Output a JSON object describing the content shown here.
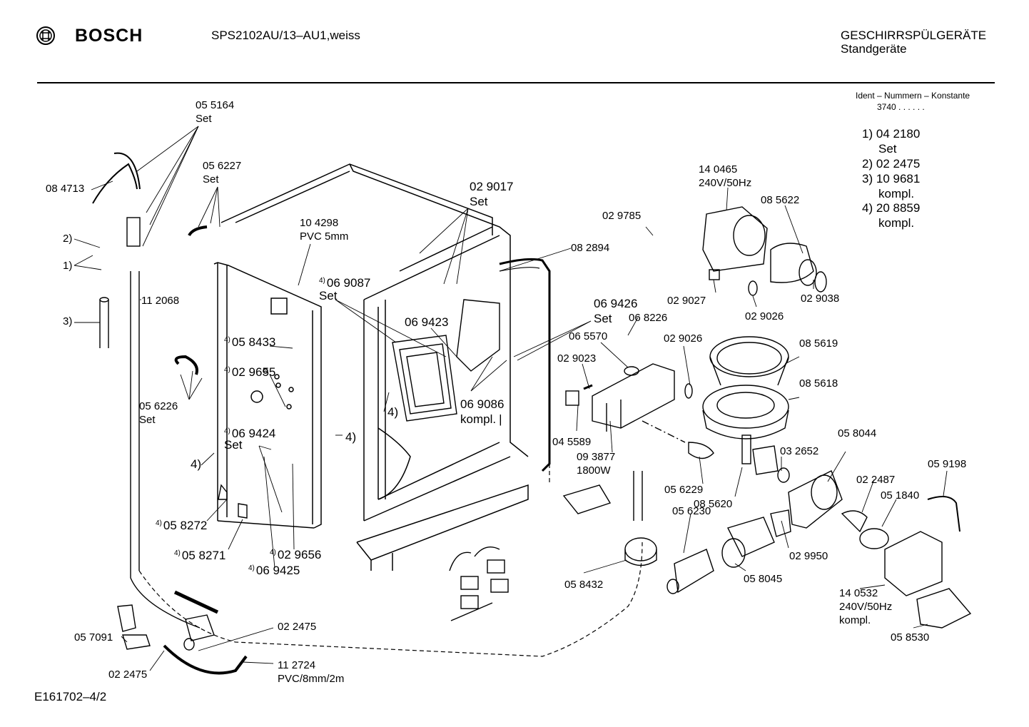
{
  "header": {
    "brand": "BOSCH",
    "model": "SPS2102AU/13–AU1,weiss",
    "category": "GESCHIRRSPÜLGERÄTE",
    "subcategory": "Standgeräte"
  },
  "ident": {
    "title": "Ident – Nummern – Konstante",
    "value": "3740  .  .  .  .  .  ."
  },
  "legend": [
    {
      "key": "1)",
      "number": "04 2180",
      "note": "Set"
    },
    {
      "key": "2)",
      "number": "02 2475",
      "note": ""
    },
    {
      "key": "3)",
      "number": "10 9681",
      "note": "kompl."
    },
    {
      "key": "4)",
      "number": "20 8859",
      "note": "kompl."
    }
  ],
  "footer": {
    "drawing_id": "E161702–4/2"
  },
  "parts": {
    "p055164": "05 5164",
    "p055164s": "Set",
    "p084713": "08 4713",
    "p056227": "05 6227",
    "p056227s": "Set",
    "k2": "2)",
    "k1": "1)",
    "k3": "3)",
    "p112068": "11 2068",
    "p104298": "10 4298",
    "p104298s": "PVC 5mm",
    "p069087": "06 9087",
    "p069087s": "Set",
    "p029017": "02 9017",
    "p029017s": "Set",
    "p029785": "02 9785",
    "p082894": "08 2894",
    "p140465": "14 0465",
    "p140465s": "240V/50Hz",
    "p085622": "08 5622",
    "p029027": "02 9027",
    "p029038": "02 9038",
    "p029026a": "02 9026",
    "p069426": "06 9426",
    "p069426s": "Set",
    "p068226": "06 8226",
    "p065570": "06 5570",
    "p029026b": "02 9026",
    "p085619": "08 5619",
    "p069423": "06 9423",
    "p058433": "05 8433",
    "p029655": "02 9655",
    "p056226": "05 6226",
    "p056226s": "Set",
    "p029023": "02 9023",
    "p085618": "08 5618",
    "p069086": "06 9086",
    "p069086s": "kompl.",
    "k4a": "4)",
    "k4b": "4)",
    "k4c": "4)",
    "p045589": "04 5589",
    "p093877": "09 3877",
    "p093877s": "1800W",
    "p058044": "05 8044",
    "p032652": "03 2652",
    "p069424": "06 9424",
    "p069424s": "Set",
    "p056229": "05 6229",
    "p085620": "08 5620",
    "p022487": "02 2487",
    "p059198": "05 9198",
    "p051840": "05 1840",
    "p058272": "05 8272",
    "p056230": "05 6230",
    "p058271": "05 8271",
    "p029656": "02 9656",
    "p069425": "06 9425",
    "p029950": "02 9950",
    "p058045": "05 8045",
    "p058432": "05 8432",
    "p140532": "14 0532",
    "p140532s": "240V/50Hz",
    "p140532k": "kompl.",
    "p022475a": "02 2475",
    "p057091": "05 7091",
    "p058530": "05 8530",
    "p022475b": "02 2475",
    "p112724": "11 2724",
    "p112724s": "PVC/8mm/2m"
  }
}
